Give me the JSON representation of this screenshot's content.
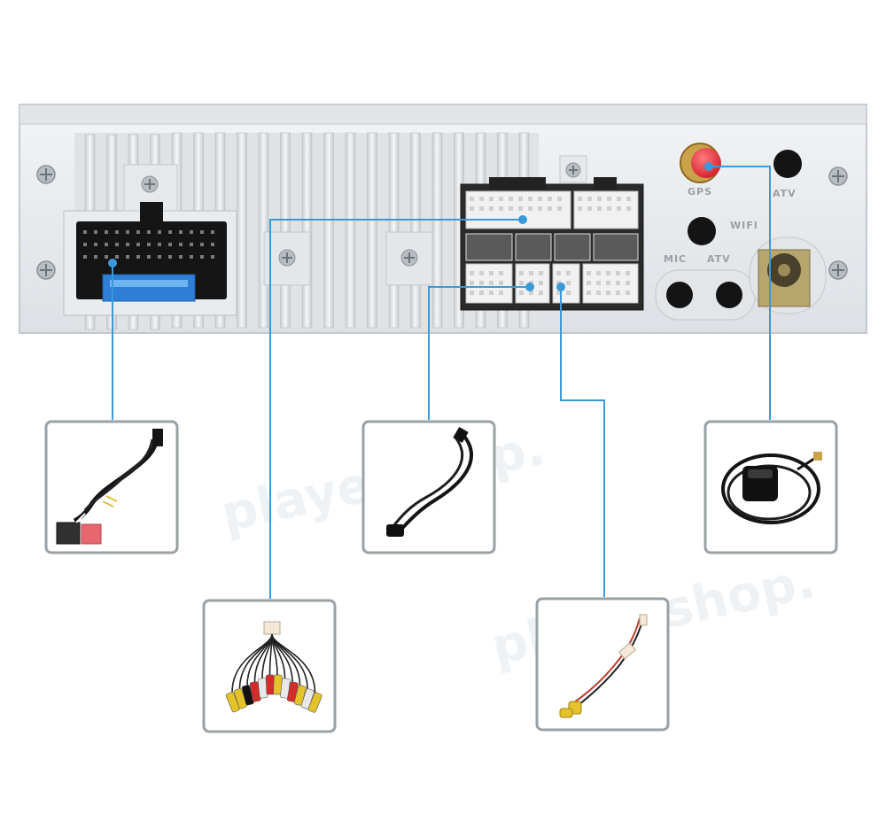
{
  "diagram": {
    "port_labels": {
      "gps": "GPS",
      "atv_top": "ATV",
      "wifi": "WIFI",
      "mic": "MIC",
      "atv_bottom": "ATV"
    },
    "watermark": {
      "text_1": "playershop.",
      "text_2": "playershop."
    },
    "accessories": [
      {
        "id": "power-harness",
        "icon": "iso-harness-cable"
      },
      {
        "id": "rca-harness",
        "icon": "rca-av-cable"
      },
      {
        "id": "usb-extension",
        "icon": "extension-cable"
      },
      {
        "id": "camera-cable",
        "icon": "rear-camera-cable"
      },
      {
        "id": "gps-antenna",
        "icon": "gps-antenna"
      }
    ],
    "colors": {
      "leader_line": "#3a9ad9",
      "chassis": "#e8ebee",
      "frame_border": "#9aa0a4",
      "gps_connector": "#e8323c"
    }
  }
}
